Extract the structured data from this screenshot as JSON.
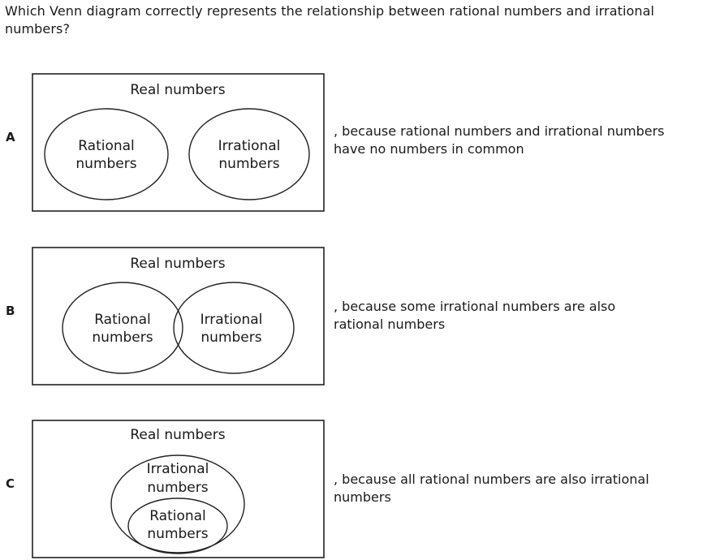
{
  "question": "Which Venn diagram correctly represents the relationship between rational numbers and irrational numbers?",
  "options": [
    {
      "letter": "A",
      "box_label": "Real numbers",
      "circle1": [
        "Rational",
        "numbers"
      ],
      "circle2": [
        "Irrational",
        "numbers"
      ],
      "explanation_line1": ", because rational numbers and irrational numbers",
      "explanation_line2": "have no numbers in common"
    },
    {
      "letter": "B",
      "box_label": "Real numbers",
      "circle1": [
        "Rational",
        "numbers"
      ],
      "circle2": [
        "Irrational",
        "numbers"
      ],
      "explanation_line1": ", because some irrational numbers are also",
      "explanation_line2": "rational numbers"
    },
    {
      "letter": "C",
      "box_label": "Real numbers",
      "outer": [
        "Irrational",
        "numbers"
      ],
      "inner": [
        "Rational",
        "numbers"
      ],
      "explanation_line1": ", because all rational numbers are also irrational",
      "explanation_line2": "numbers"
    }
  ]
}
